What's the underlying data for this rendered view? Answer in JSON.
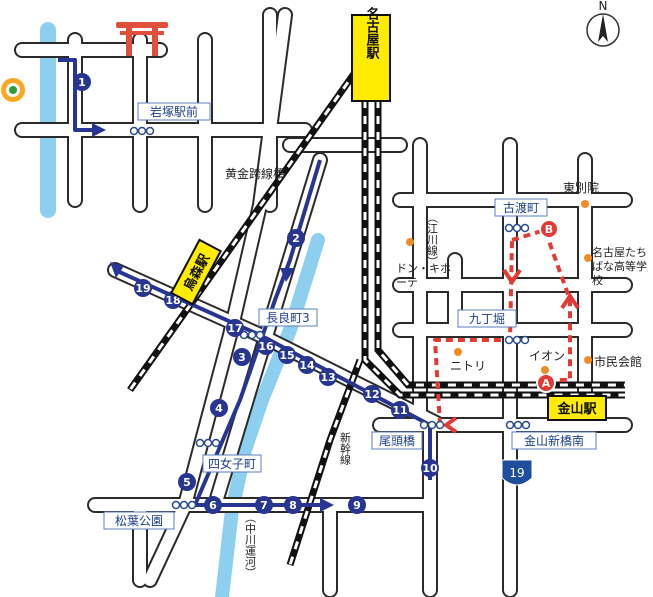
{
  "colors": {
    "road_outline": "#2b2b2b",
    "road_fill": "#ffffff",
    "river": "#8ecff0",
    "route_blue": "#283593",
    "route_red": "#e53935",
    "station_yellow": "#ffec00",
    "torii": "#e0503b",
    "landmark_dot": "#f28c28",
    "subway_green": "#2e9e3e"
  },
  "compass": {
    "label": "N",
    "icon": "north-arrow-icon"
  },
  "stations": {
    "nagoya": "名古屋駅",
    "sannojo": "尾頭橋",
    "kanayama": "金山駅",
    "karasumori": "烏森駅"
  },
  "labels": {
    "iwatsuka_ekimae": "岩塚駅前",
    "koganekosenkyo": "黄金跨線橋",
    "kowatacho": "古渡町",
    "higashibetsuin": "東別院",
    "ekawasen": "（江川線）",
    "donki": "ドン・キホーテ",
    "nagoya_tachibana": "名古屋たちばな高等学校",
    "kuchoubori": "九丁堀",
    "nitori": "ニトリ",
    "aeon": "イオン",
    "shiminkaikan": "市民会館",
    "nagaracho3": "長良町3",
    "otobashi": "尾頭橋",
    "kanayama_shinbashi_minami": "金山新橋南",
    "shinkansen": "新幹線",
    "yonjocho": "四女子町",
    "matsuba_koen": "松葉公園",
    "nakagawa_unga": "（中川運河）",
    "route19": "19"
  },
  "route_blue_stops": [
    "1",
    "2",
    "3",
    "4",
    "5",
    "6",
    "7",
    "8",
    "9",
    "10",
    "11",
    "12",
    "13",
    "14",
    "15",
    "16",
    "17",
    "18",
    "19"
  ],
  "route_red_stops": [
    "A",
    "B"
  ],
  "icons": [
    "torii-icon",
    "subway-icon",
    "north-arrow-icon",
    "route-shield-icon"
  ]
}
